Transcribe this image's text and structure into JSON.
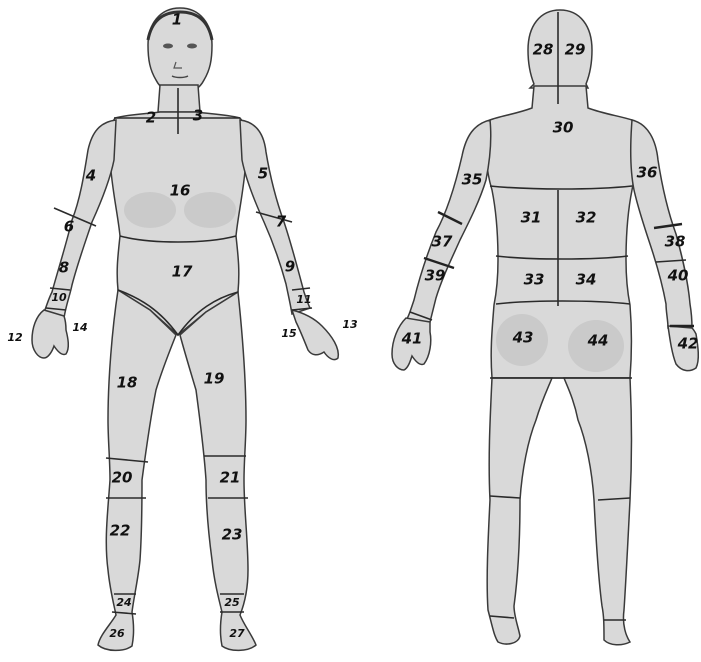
{
  "front_labels": [
    "1",
    "2",
    "3",
    "4",
    "5",
    "6",
    "7",
    "8",
    "9",
    "10",
    "11",
    "12",
    "13",
    "14",
    "15",
    "16",
    "17",
    "18",
    "19",
    "20",
    "21",
    "22",
    "23",
    "24",
    "25",
    "26",
    "27"
  ],
  "back_labels": [
    "28",
    "29",
    "30",
    "31",
    "32",
    "33",
    "34",
    "35",
    "36",
    "37",
    "38",
    "39",
    "40",
    "41",
    "42",
    "43",
    "44"
  ],
  "colors": {
    "body": "#d9d9d9",
    "outline": "#3a3a3a",
    "text": "#111111"
  }
}
